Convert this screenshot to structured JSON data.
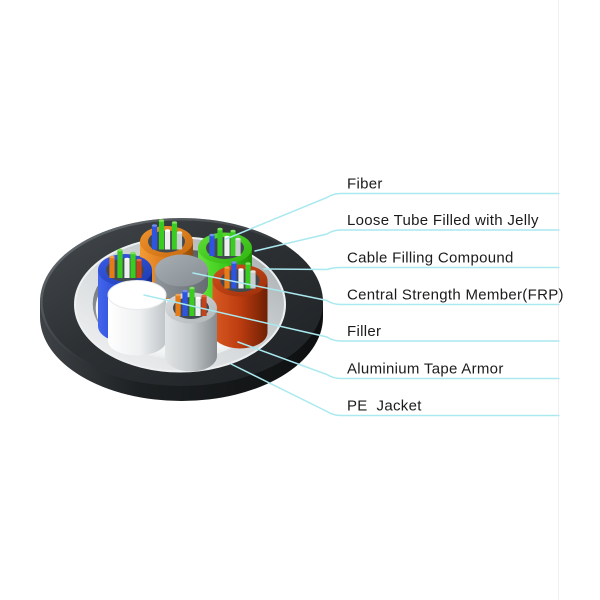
{
  "labels": [
    "Fiber",
    "Loose Tube Filled with Jelly",
    "Cable Filling Compound",
    "Central Strength Member(FRP)",
    "Filler",
    "Aluminium Tape Armor",
    "PE  Jacket"
  ],
  "colors": {
    "background": "#ffffff",
    "leader_line": "#a9e9ef",
    "label_text": "#1b1b1b",
    "pe_jacket": "#26292c",
    "armor_ring": "#c9ced0",
    "filling_compound": "#fbfcfc",
    "central_member": "#949ca1",
    "filler": "#ffffff",
    "tube_orange": "#df7d1c",
    "tube_green": "#3ccf1a",
    "tube_blue": "#2348d2",
    "tube_red": "#c03c10",
    "tube_gray": "#c3c8ca",
    "fiber_blue": "#2d55e0",
    "fiber_green": "#3bcc22",
    "fiber_white": "#eef0f0",
    "fiber_orange": "#e57c17",
    "fiber_red": "#c5431c",
    "fiber_gray": "#c9cdcf"
  }
}
